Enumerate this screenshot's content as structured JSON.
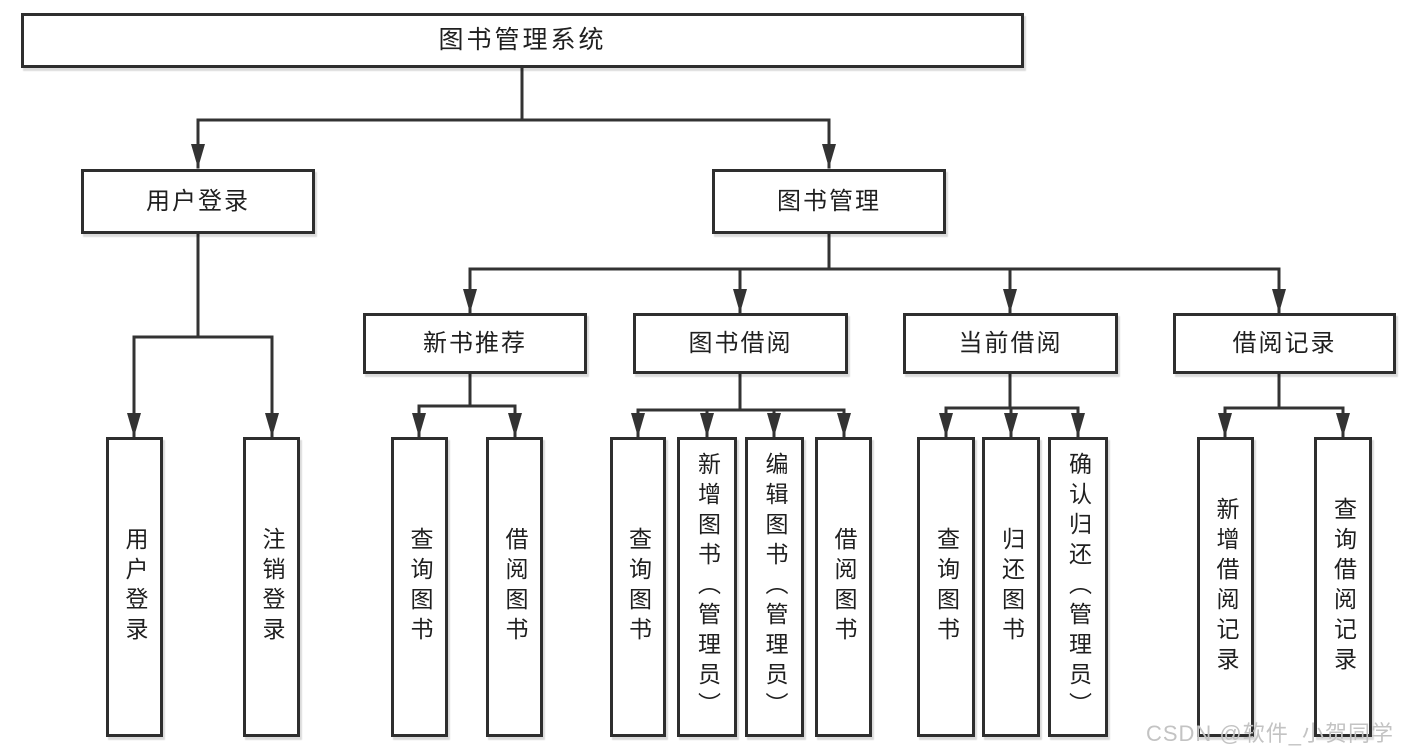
{
  "root": {
    "label": "图书管理系统"
  },
  "level2": {
    "user_login": {
      "label": "用户登录"
    },
    "book_management": {
      "label": "图书管理"
    }
  },
  "level3": {
    "new_books": {
      "label": "新书推荐"
    },
    "borrowing": {
      "label": "图书借阅"
    },
    "current_borrowing": {
      "label": "当前借阅"
    },
    "borrow_records": {
      "label": "借阅记录"
    }
  },
  "leaves": {
    "login": {
      "label": "用户登录"
    },
    "logout": {
      "label": "注销登录"
    },
    "newbooks_query": {
      "label": "查询图书"
    },
    "newbooks_borrow": {
      "label": "借阅图书"
    },
    "borrowing_query": {
      "label": "查询图书"
    },
    "borrowing_add": {
      "label": "新增图书（管理员）"
    },
    "borrowing_edit": {
      "label": "编辑图书（管理员）"
    },
    "borrowing_borrow": {
      "label": "借阅图书"
    },
    "current_query": {
      "label": "查询图书"
    },
    "current_return": {
      "label": "归还图书"
    },
    "current_confirm": {
      "label": "确认归还（管理员）"
    },
    "records_add": {
      "label": "新增借阅记录"
    },
    "records_query": {
      "label": "查询借阅记录"
    }
  },
  "watermark": {
    "text": "CSDN @软件_小贺同学"
  },
  "colors": {
    "line": "#333333",
    "box_border": "#2e2e2e",
    "text": "#1f1f1f",
    "watermark": "#c3c3c3",
    "background": "#ffffff"
  }
}
